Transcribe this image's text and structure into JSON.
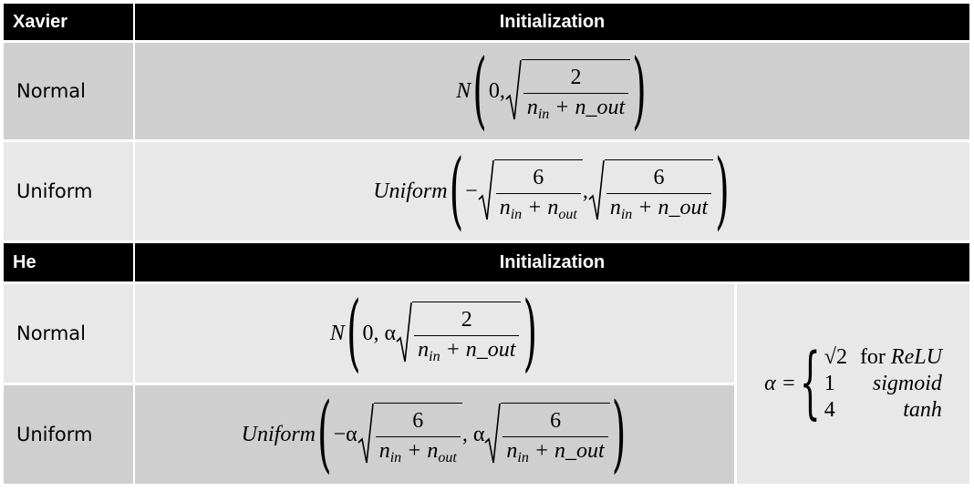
{
  "xavier": {
    "title": "Xavier",
    "header": "Initialization",
    "normal": {
      "label": "Normal",
      "fn": "N",
      "zero": "0,",
      "numerator": "2",
      "denominator_a": "n",
      "denominator_a_sub": "in",
      "denominator_b": " + n_out"
    },
    "uniform": {
      "label": "Uniform",
      "fn": "Uniform",
      "minus": "−",
      "numerator1": "6",
      "den1_a": "n",
      "den1_a_sub": "in",
      "den1_b": " + n",
      "den1_b_sub": "out",
      "comma": ",",
      "numerator2": "6",
      "den2_a": "n",
      "den2_a_sub": "in",
      "den2_b": " + n_out"
    }
  },
  "he": {
    "title": "He",
    "header": "Initialization",
    "normal": {
      "label": "Normal",
      "fn": "N",
      "zero": "0, α",
      "numerator": "2",
      "denominator_a": "n",
      "denominator_a_sub": "in",
      "denominator_b": " + n_out"
    },
    "uniform": {
      "label": "Uniform",
      "fn": "Uniform",
      "minus_alpha": "−α",
      "numerator1": "6",
      "den1_a": "n",
      "den1_a_sub": "in",
      "den1_b": " + n",
      "den1_b_sub": "out",
      "comma_alpha": ", α",
      "numerator2": "6",
      "den2_a": "n",
      "den2_a_sub": "in",
      "den2_b": " + n_out"
    },
    "alpha": {
      "lhs": "α =",
      "cases": [
        {
          "value": "√2",
          "condition_text": "for ",
          "condition": "ReLU"
        },
        {
          "value": "1",
          "condition_text": "",
          "condition": "sigmoid"
        },
        {
          "value": "4",
          "condition_text": "",
          "condition": "tanh"
        }
      ]
    }
  },
  "colors": {
    "header_bg": "#000000",
    "header_fg": "#ffffff",
    "row_dark": "#cfcfcf",
    "row_light": "#e8e8e8"
  }
}
